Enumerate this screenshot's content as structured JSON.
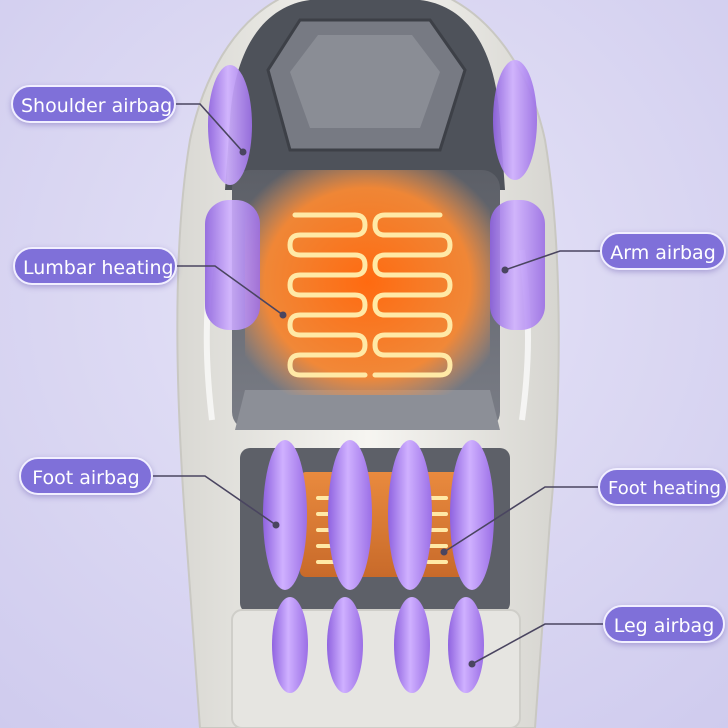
{
  "labels": {
    "shoulder_airbag": "Shoulder airbag",
    "lumbar_heating": "Lumbar heating",
    "foot_airbag": "Foot airbag",
    "arm_airbag": "Arm airbag",
    "foot_heating": "Foot heating",
    "leg_airbag": "Leg airbag"
  },
  "colors": {
    "label_bg": "#7f70d9",
    "airbag": "#b48cf0",
    "heating": "#ff7a1f",
    "heating_coil": "#ffe9a6",
    "chair_shell": "#ecebe7",
    "seat_upholstery": "#6d7079"
  }
}
